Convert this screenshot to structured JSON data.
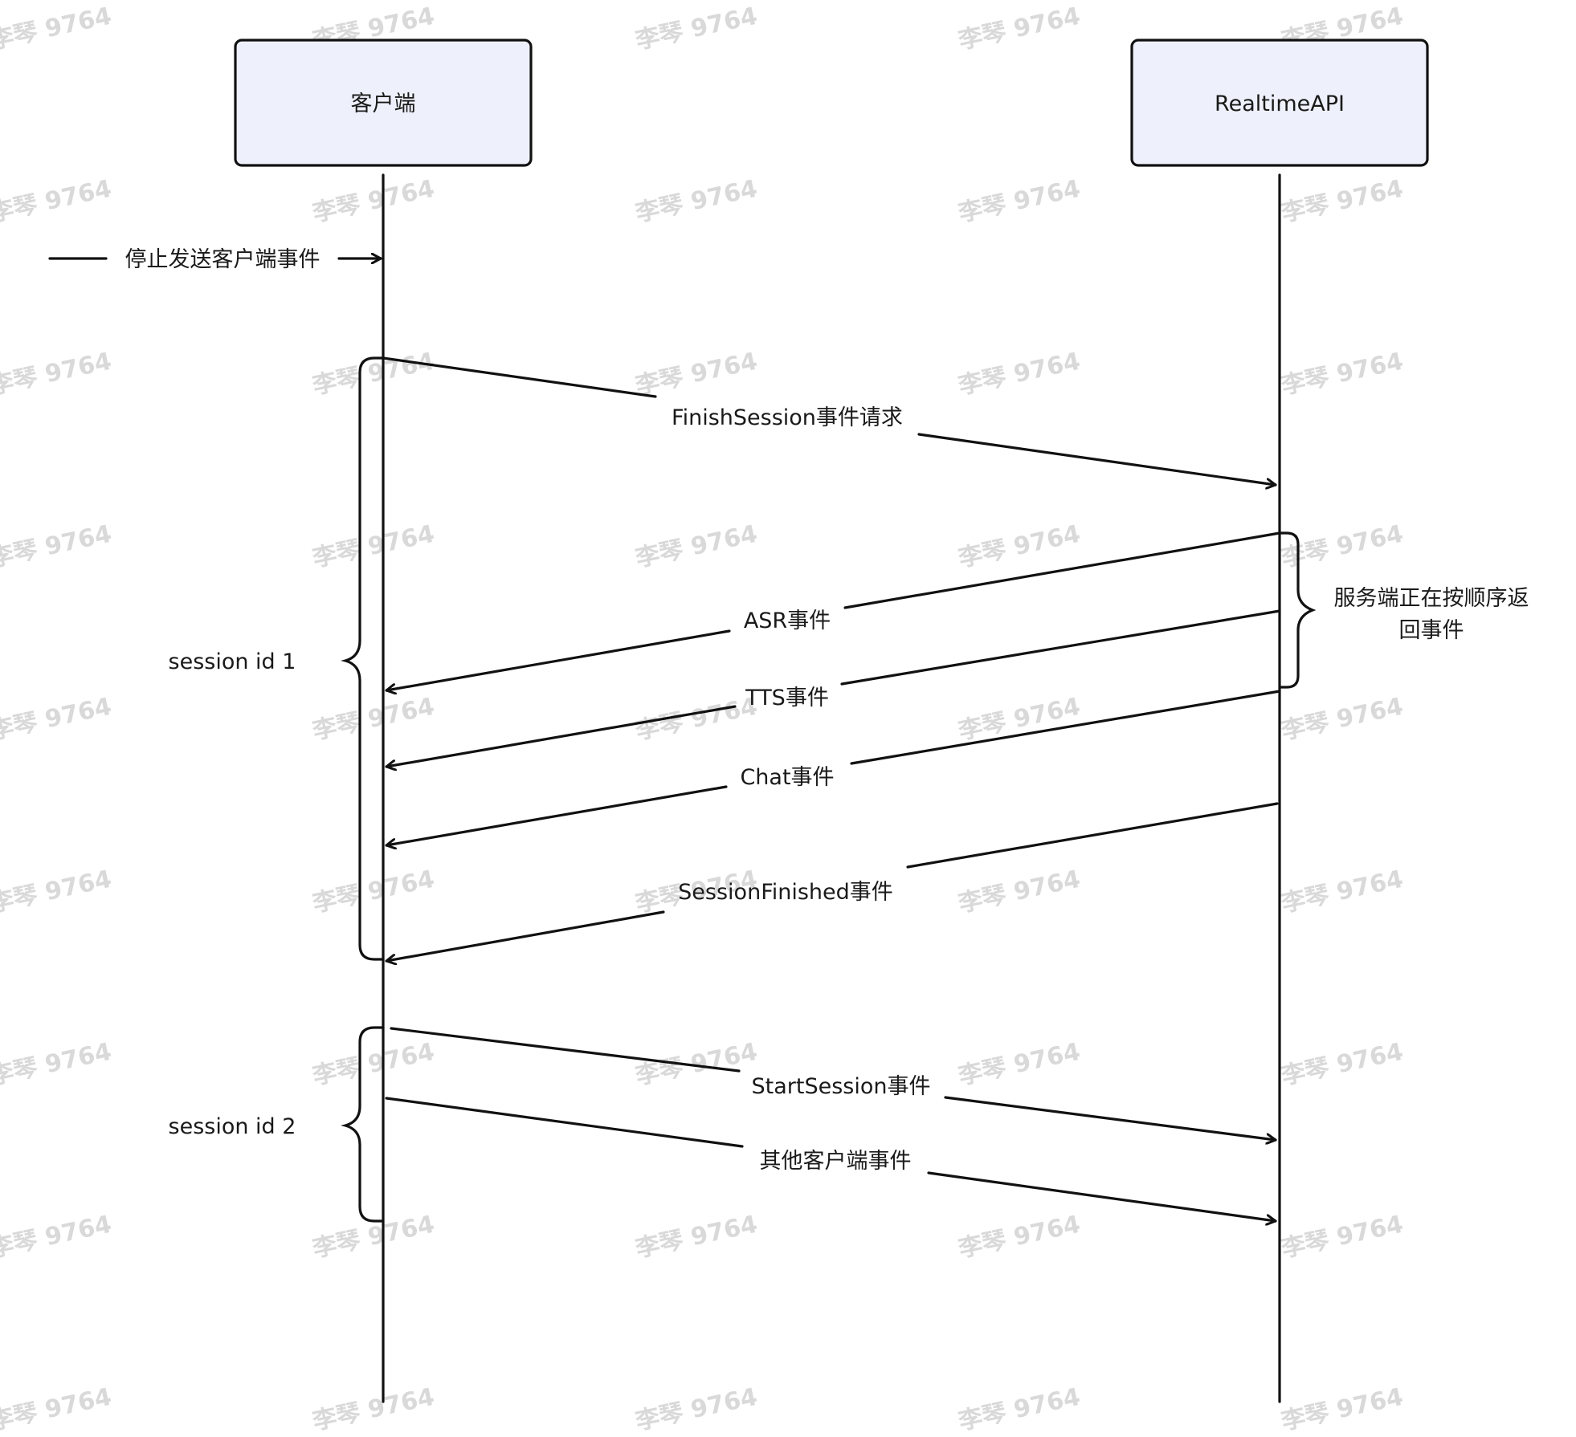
{
  "watermark": "李琴 9764",
  "participants": {
    "client": "客户端",
    "server": "RealtimeAPI"
  },
  "messages": {
    "stop_sending": "停止发送客户端事件",
    "finish_session": "FinishSession事件请求",
    "asr": "ASR事件",
    "tts": "TTS事件",
    "chat": "Chat事件",
    "session_finished": "SessionFinished事件",
    "start_session": "StartSession事件",
    "other_client_events": "其他客户端事件"
  },
  "annotations": {
    "server_returning_line1": "服务端正在按顺序返",
    "server_returning_line2": "回事件"
  },
  "groups": {
    "session1": "session id 1",
    "session2": "session id 2"
  }
}
